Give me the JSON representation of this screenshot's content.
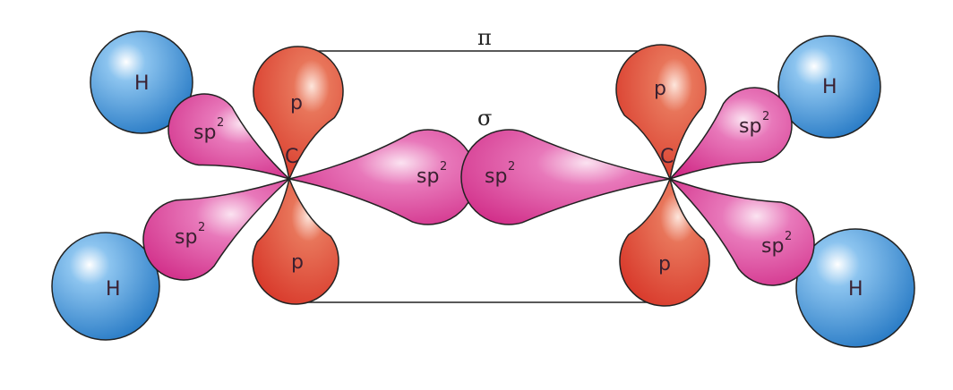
{
  "labels": {
    "hydrogen": "H",
    "sp2_base": "sp",
    "sp2_exp": "2",
    "p": "p",
    "carbon": "C",
    "sigma": "σ",
    "pi": "π"
  },
  "colors": {
    "hydrogen": "#3d8fd6",
    "sp2": "#d8358f",
    "p": "#d94030",
    "outline": "#222222"
  }
}
